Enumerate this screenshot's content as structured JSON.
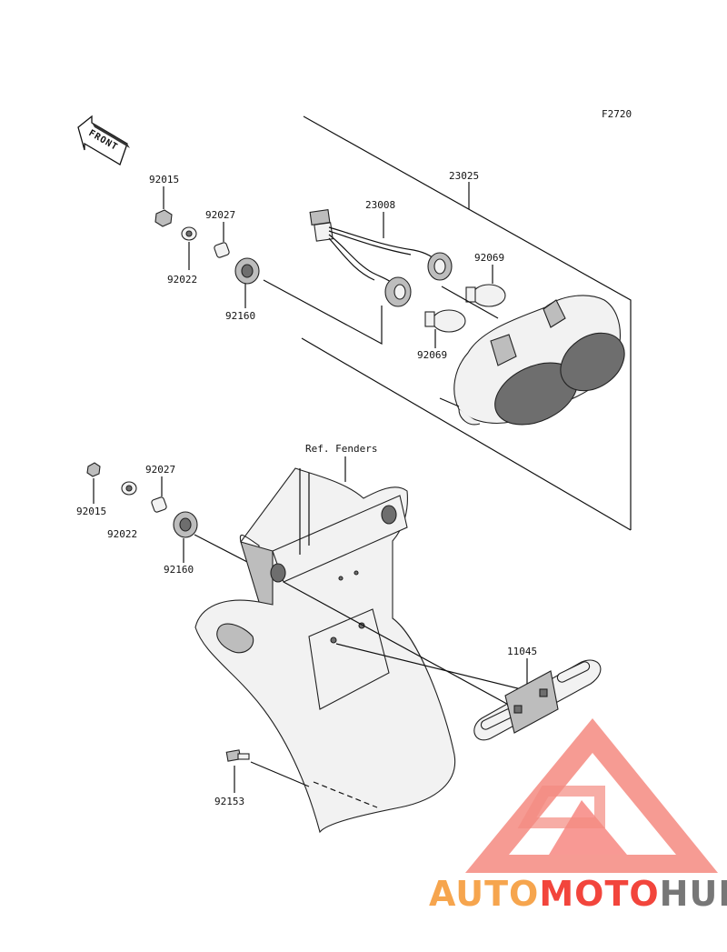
{
  "figure_code": "F2720",
  "front_arrow": {
    "text": "FRONT"
  },
  "parts": {
    "p23025": "23025",
    "p23008": "23008",
    "p92069_a": "92069",
    "p92069_b": "92069",
    "p92015_a": "92015",
    "p92022_a": "92022",
    "p92027_a": "92027",
    "p92160_a": "92160",
    "ref_fenders": "Ref. Fenders",
    "p92027_b": "92027",
    "p92015_b": "92015",
    "p92022_b": "92022",
    "p92160_b": "92160",
    "p11045": "11045",
    "p92153": "92153"
  },
  "watermark": {
    "part1": "AUTO",
    "part2": "MOTO",
    "part3": "HUB",
    "colors": {
      "orange": "#f6a54e",
      "red": "#f2453c",
      "gray": "#777777"
    }
  }
}
